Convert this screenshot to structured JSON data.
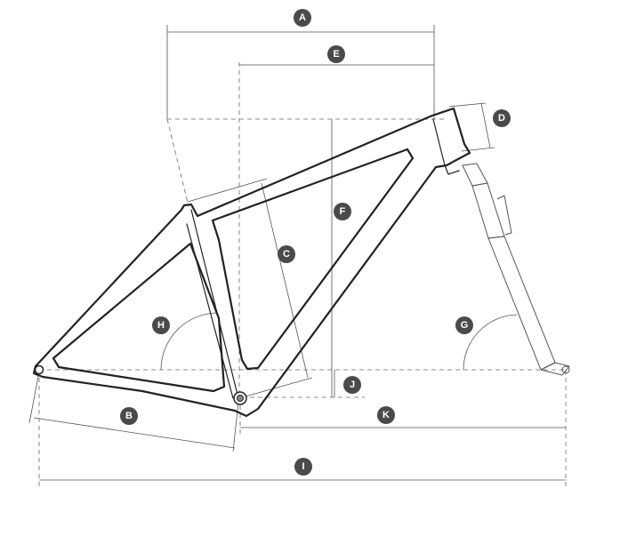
{
  "labels": {
    "a": "A",
    "b": "B",
    "c": "C",
    "d": "D",
    "e": "E",
    "f": "F",
    "g": "G",
    "h": "H",
    "i": "I",
    "j": "J",
    "k": "K"
  },
  "colors": {
    "frame": "#222222",
    "dimension": "#555555",
    "badge": "#4a4a4a",
    "badge_text": "#ffffff",
    "background": "#ffffff"
  }
}
